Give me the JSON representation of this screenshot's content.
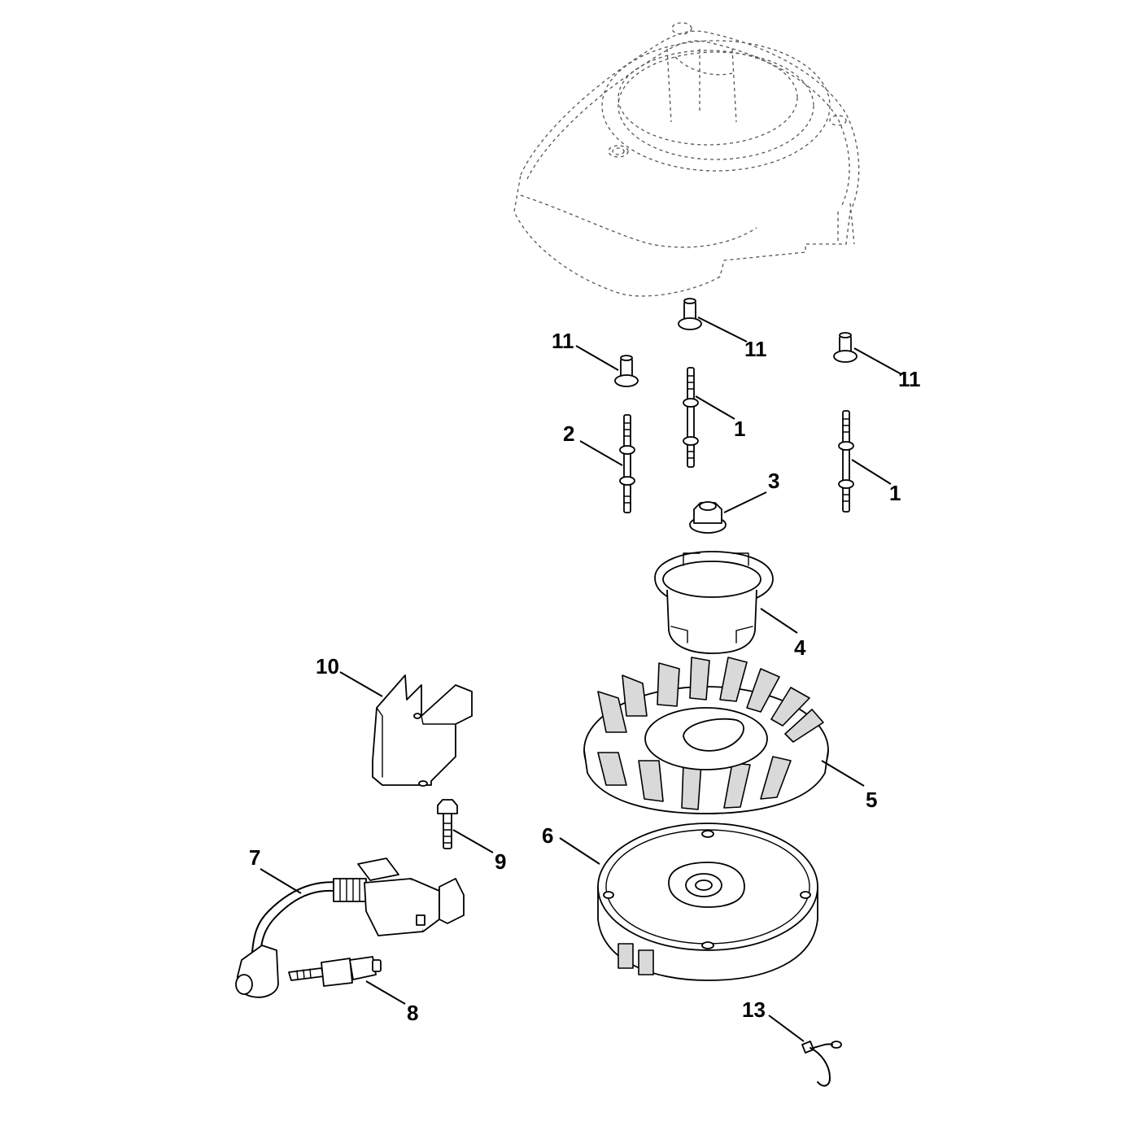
{
  "callouts": [
    {
      "id": "c11a",
      "text": "11"
    },
    {
      "id": "c11b",
      "text": "11"
    },
    {
      "id": "c11c",
      "text": "11"
    },
    {
      "id": "c1a",
      "text": "1"
    },
    {
      "id": "c1b",
      "text": "1"
    },
    {
      "id": "c2",
      "text": "2"
    },
    {
      "id": "c3",
      "text": "3"
    },
    {
      "id": "c4",
      "text": "4"
    },
    {
      "id": "c5",
      "text": "5"
    },
    {
      "id": "c6",
      "text": "6"
    },
    {
      "id": "c7",
      "text": "7"
    },
    {
      "id": "c8",
      "text": "8"
    },
    {
      "id": "c9",
      "text": "9"
    },
    {
      "id": "c10",
      "text": "10"
    },
    {
      "id": "c13",
      "text": "13"
    }
  ],
  "colors": {
    "line": "#000000",
    "hidden_outline": "#555555",
    "shade": "#d9d9d9"
  }
}
